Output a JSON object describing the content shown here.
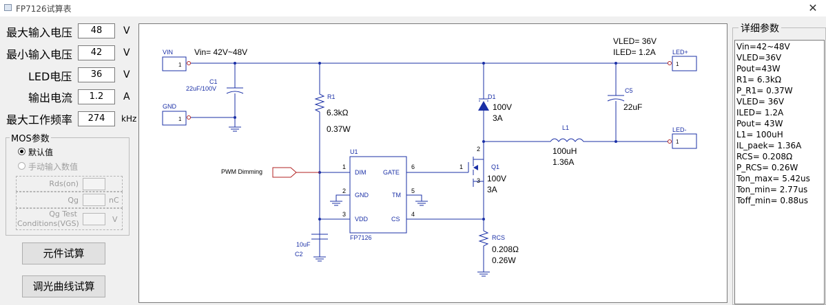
{
  "window": {
    "title": "FP7126试算表",
    "close_glyph": "✕"
  },
  "inputs": [
    {
      "label": "最大输入电压",
      "value": "48",
      "unit": "V"
    },
    {
      "label": "最小输入电压",
      "value": "42",
      "unit": "V"
    },
    {
      "label": "LED电压",
      "value": "36",
      "unit": "V"
    },
    {
      "label": "输出电流",
      "value": "1.2",
      "unit": "A"
    },
    {
      "label": "最大工作频率",
      "value": "274",
      "unit": "kHz"
    }
  ],
  "mos": {
    "title": "MOS参数",
    "option_default": "默认值",
    "option_manual": "手动输入数值",
    "rds_label": "Rds(on)",
    "qg_label": "Qg",
    "qg_unit": "nC",
    "qgtest_label_1": "Qg Test",
    "qgtest_label_2": "Conditions(VGS)",
    "qgtest_unit": "V"
  },
  "buttons": {
    "calc": "元件试算",
    "dimming": "调光曲线试算"
  },
  "schematic": {
    "vin_port": "VIN",
    "gnd_port": "GND",
    "ledp_port": "LED+",
    "ledm_port": "LED-",
    "pin1": "1",
    "vin_range": "Vin= 42V~48V",
    "vled": "VLED= 36V",
    "iled": "ILED= 1.2A",
    "c1_name": "C1",
    "c1_value": "22uF/100V",
    "r1_name": "R1",
    "r1_value": "6.3kΩ",
    "r1_power": "0.37W",
    "d1_name": "D1",
    "d1_v": "100V",
    "d1_a": "3A",
    "c5_name": "C5",
    "c5_value": "22uF",
    "l1_name": "L1",
    "l1_value": "100uH",
    "l1_current": "1.36A",
    "q1_name": "Q1",
    "q1_v": "100V",
    "q1_a": "3A",
    "u1_name": "U1",
    "u1_part": "FP7126",
    "pin_dim": "DIM",
    "pin_gate": "GATE",
    "pin_gnd": "GND",
    "pin_tm": "TM",
    "pin_vdd": "VDD",
    "pin_cs": "CS",
    "n1": "1",
    "n2": "2",
    "n3": "3",
    "n4": "4",
    "n5": "5",
    "n6": "6",
    "q_pin_g": "1",
    "q_pin_d": "2",
    "q_pin_s": "3",
    "pwm_label": "PWM Dimming",
    "c2_name": "C2",
    "c2_value": "10uF",
    "rcs_name": "RCS",
    "rcs_value": "0.208Ω",
    "rcs_power": "0.26W"
  },
  "details": {
    "title": "详细参数",
    "lines": [
      "Vin=42~48V",
      "VLED=36V",
      "Pout=43W",
      "R1= 6.3kΩ",
      "P_R1= 0.37W",
      "VLED= 36V",
      "ILED= 1.2A",
      "Pout= 43W",
      "L1= 100uH",
      "IL_paek= 1.36A",
      "RCS= 0.208Ω",
      "P_RCS= 0.26W",
      "Ton_max= 5.42us",
      "Ton_min= 2.77us",
      "Toff_min= 0.88us"
    ]
  },
  "colors": {
    "wire": "#1a2fa6",
    "component": "#1a2fa6",
    "dimming_input": "#b22222",
    "text": "#000000"
  }
}
